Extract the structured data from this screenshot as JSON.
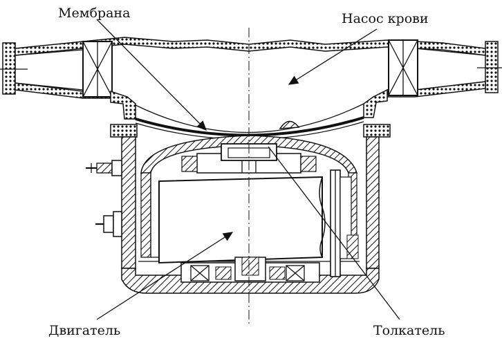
{
  "labels": {
    "membrane": "Мембрана",
    "blood_pump": "Насос крови",
    "motor": "Двигатель",
    "pusher": "Толкатель"
  }
}
